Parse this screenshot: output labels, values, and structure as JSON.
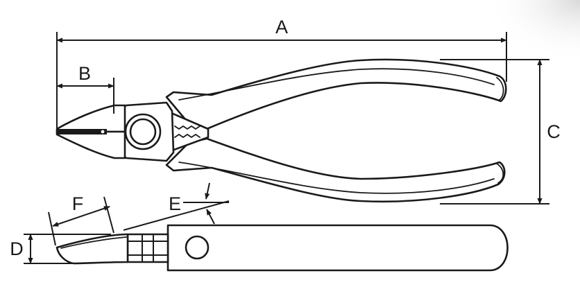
{
  "diagram": {
    "dimension_labels": {
      "a": "A",
      "b": "B",
      "c": "C",
      "d": "D",
      "e": "E",
      "f": "F"
    },
    "colors": {
      "line": "#1a1a1a",
      "background": "#ffffff",
      "corner_shade": "#e8e8e8"
    }
  }
}
